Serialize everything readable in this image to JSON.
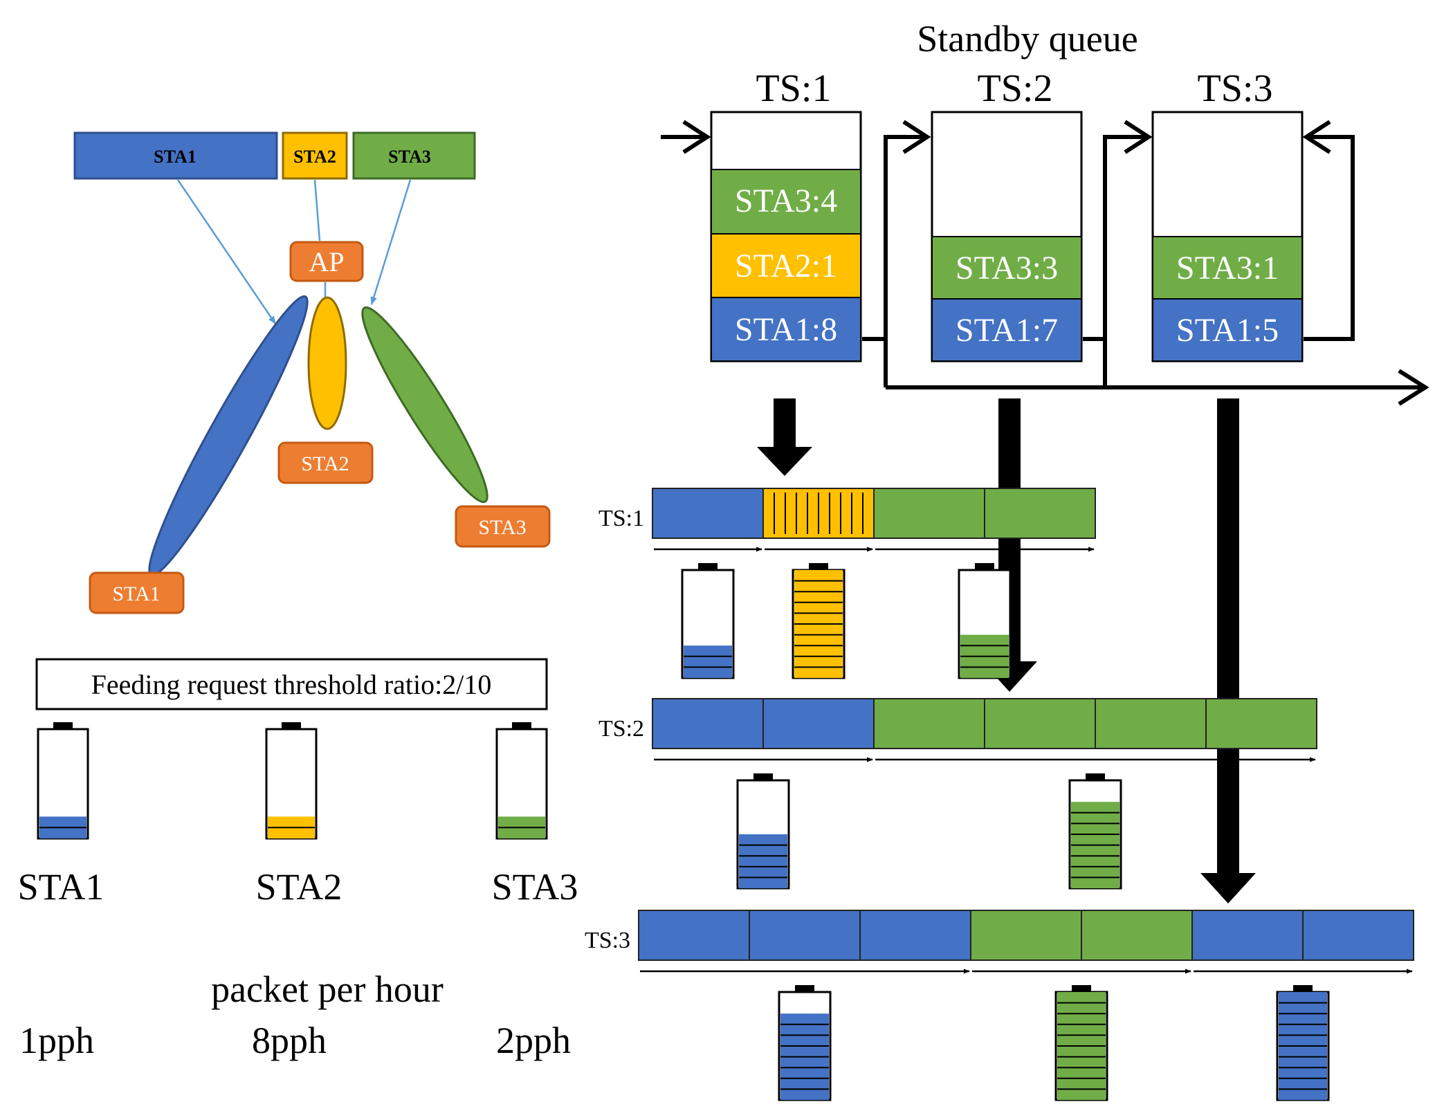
{
  "colors": {
    "sta1": "#4472C4",
    "sta2": "#FFC000",
    "sta3": "#70AD47",
    "ap_node": "#ED7D31",
    "ap_node_border": "#C55A11",
    "link": "#5B9BD5",
    "stroke": "#000000"
  },
  "topology": {
    "frame_labels": [
      "STA1",
      "STA2",
      "STA3"
    ],
    "ap_label": "AP",
    "station_labels": [
      "STA1",
      "STA2",
      "STA3"
    ]
  },
  "threshold": {
    "text": "Feeding request threshold ratio:2/10",
    "battery_levels": [
      0.2,
      0.2,
      0.2
    ],
    "station_labels": [
      "STA1",
      "STA2",
      "STA3"
    ]
  },
  "rates": {
    "caption": "packet per hour",
    "values": [
      "1pph",
      "8pph",
      "2pph"
    ]
  },
  "standby_queue": {
    "title": "Standby queue",
    "slots": [
      {
        "label": "TS:1",
        "entries": [
          {
            "text": "STA3:4",
            "sta": 3
          },
          {
            "text": "STA2:1",
            "sta": 2
          },
          {
            "text": "STA1:8",
            "sta": 1
          }
        ]
      },
      {
        "label": "TS:2",
        "entries": [
          {
            "text": "STA3:3",
            "sta": 3
          },
          {
            "text": "STA1:7",
            "sta": 1
          }
        ]
      },
      {
        "label": "TS:3",
        "entries": [
          {
            "text": "STA3:1",
            "sta": 3
          },
          {
            "text": "STA1:5",
            "sta": 1
          }
        ]
      }
    ]
  },
  "timeslots": [
    {
      "label": "TS:1",
      "segments": [
        1,
        2,
        3,
        3
      ],
      "batteries": [
        {
          "sta": 1,
          "level": 0.3
        },
        {
          "sta": 2,
          "level": 1.0
        },
        {
          "sta": 3,
          "level": 0.4
        }
      ]
    },
    {
      "label": "TS:2",
      "segments": [
        1,
        1,
        3,
        3,
        3,
        3
      ],
      "batteries": [
        {
          "sta": 1,
          "level": 0.5
        },
        {
          "sta": 3,
          "level": 0.8
        }
      ]
    },
    {
      "label": "TS:3",
      "segments": [
        1,
        1,
        1,
        3,
        3,
        1,
        1
      ],
      "batteries": [
        {
          "sta": 1,
          "level": 0.8
        },
        {
          "sta": 3,
          "level": 1.0
        },
        {
          "sta": 1,
          "level": 1.0
        }
      ]
    }
  ]
}
